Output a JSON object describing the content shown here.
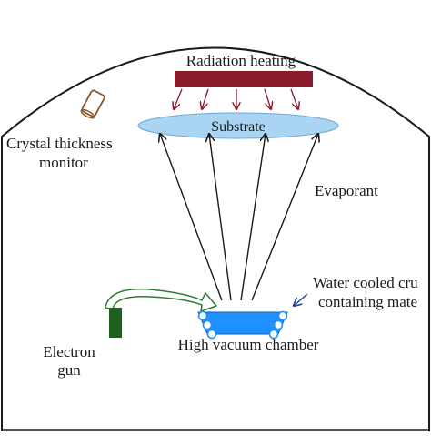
{
  "labels": {
    "radiation_heating": "Radiation heating",
    "substrate": "Substrate",
    "crystal_monitor_line1": "Crystal thickness",
    "crystal_monitor_line2": "monitor",
    "evaporant": "Evaporant",
    "water_cooled_line1": "Water cooled cru",
    "water_cooled_line2": "containing mate",
    "electron_gun_line1": "Electron",
    "electron_gun_line2": "gun",
    "chamber": "High vacuum chamber"
  },
  "colors": {
    "heater": "#8b1a2a",
    "substrate": "#a9d4f2",
    "crucible": "#1e90ff",
    "electron_gun": "#1f5f1f",
    "beam_outline": "#2e7d32",
    "arrow": "#1a1a1a",
    "heat_arrow": "#8b1a2a",
    "monitor": "#8b5a2b",
    "pointer": "#1f3f9f"
  }
}
